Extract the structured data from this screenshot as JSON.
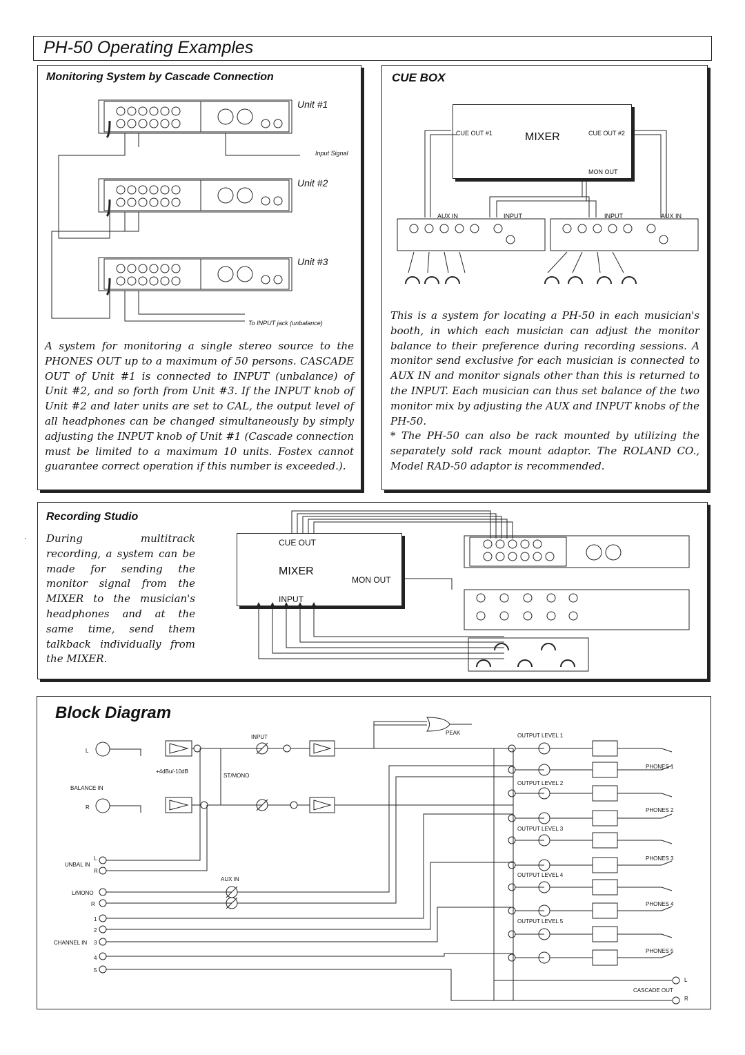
{
  "page_title": "PH-50 Operating Examples",
  "cascade": {
    "heading": "Monitoring System by Cascade Connection",
    "unit1": "Unit #1",
    "unit2": "Unit #2",
    "unit3": "Unit #3",
    "input_signal": "Input Signal",
    "to_input": "To INPUT jack (unbalance)",
    "body": "A system for monitoring a single stereo source to the PHONES OUT up to a maximum of 50 persons.  CASCADE OUT of Unit #1 is connected to INPUT (unbalance) of Unit #2, and so forth from Unit #3.  If the INPUT knob of Unit #2 and later units are set to CAL, the output level of all headphones can be changed simultaneously by simply adjusting the INPUT knob of Unit #1 (Cascade connection must be limited to a maximum 10 units.  Fostex cannot guarantee correct operation if this number is exceeded.)."
  },
  "cuebox": {
    "heading": "CUE BOX",
    "mixer": "MIXER",
    "cue_out_1": "CUE OUT #1",
    "cue_out_2": "CUE OUT #2",
    "mon_out": "MON OUT",
    "aux_in": "AUX IN",
    "input": "INPUT",
    "body": "This is a system for locating a PH-50 in each musician's booth, in which each musician can adjust the monitor balance to their preference during recording sessions.  A monitor send exclusive for each musician is connected to AUX IN and monitor signals other than this is returned to the INPUT. Each musician can thus set balance of the two monitor mix by adjusting the AUX and INPUT knobs of the PH-50.",
    "note": "* The PH-50 can also be rack mounted by utilizing the separately sold rack mount adaptor.  The ROLAND CO., Model RAD-50 adaptor is recommended."
  },
  "recording": {
    "heading": "Recording Studio",
    "body": "During multitrack recording, a system can be made for sending the monitor signal from the MIXER to the musician's headphones and at the same time, send them talkback individually from the MIXER.",
    "cue_out": "CUE OUT",
    "mixer": "MIXER",
    "mon_out": "MON OUT",
    "input": "INPUT"
  },
  "block": {
    "heading": "Block Diagram",
    "peak": "PEAK",
    "input": "INPUT",
    "st_mono": "ST/MONO",
    "level": "+4dBu/-10dB",
    "balance_in": "BALANCE IN",
    "l": "L",
    "r": "R",
    "unbal_in": "UNBAL IN",
    "l_mono": "L/MONO",
    "aux_in": "AUX IN",
    "channel_in": "CHANNEL IN",
    "ch1": "1",
    "ch2": "2",
    "ch3": "3",
    "ch4": "4",
    "ch5": "5",
    "out1": "OUTPUT LEVEL 1",
    "out2": "OUTPUT LEVEL 2",
    "out3": "OUTPUT LEVEL 3",
    "out4": "OUTPUT LEVEL 4",
    "out5": "OUTPUT LEVEL 5",
    "ph1": "PHONES 1",
    "ph2": "PHONES 2",
    "ph3": "PHONES 3",
    "ph4": "PHONES 4",
    "ph5": "PHONES 5",
    "cascade_out": "CASCADE OUT"
  }
}
